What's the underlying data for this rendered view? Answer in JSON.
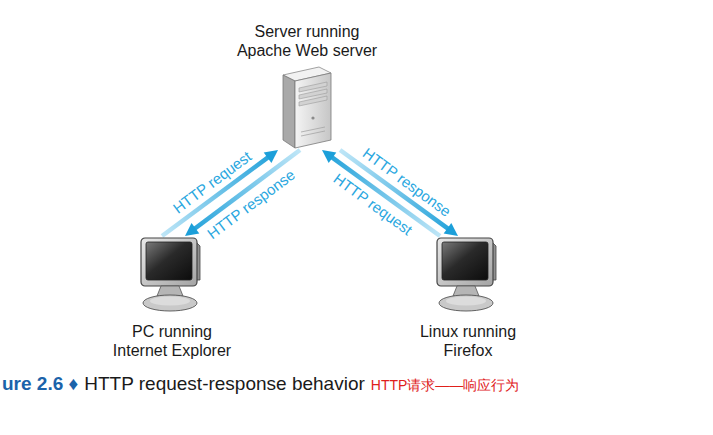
{
  "diagram": {
    "caption": "HTTP request-response behavior",
    "nodes": [
      {
        "text": [
          "Server running Apache Web server"
        ]
      },
      {
        "text": [
          "PC running Internet Explorer"
        ]
      },
      {
        "text": [
          "Linux running Firefox"
        ]
      }
    ],
    "edges": [
      {
        "from": 1,
        "to": 0,
        "arrow": "to",
        "label": "HTTP request"
      },
      {
        "from": 0,
        "to": 1,
        "arrow": "to",
        "label": "HTTP response"
      },
      {
        "from": 0,
        "to": 2,
        "arrow": "to",
        "label": "HTTP response"
      },
      {
        "from": 2,
        "to": 0,
        "arrow": "to",
        "label": "HTTP request"
      }
    ],
    "labels": [
      "ure 2.6 ♦",
      "HTTP请求——响应行为"
    ]
  }
}
